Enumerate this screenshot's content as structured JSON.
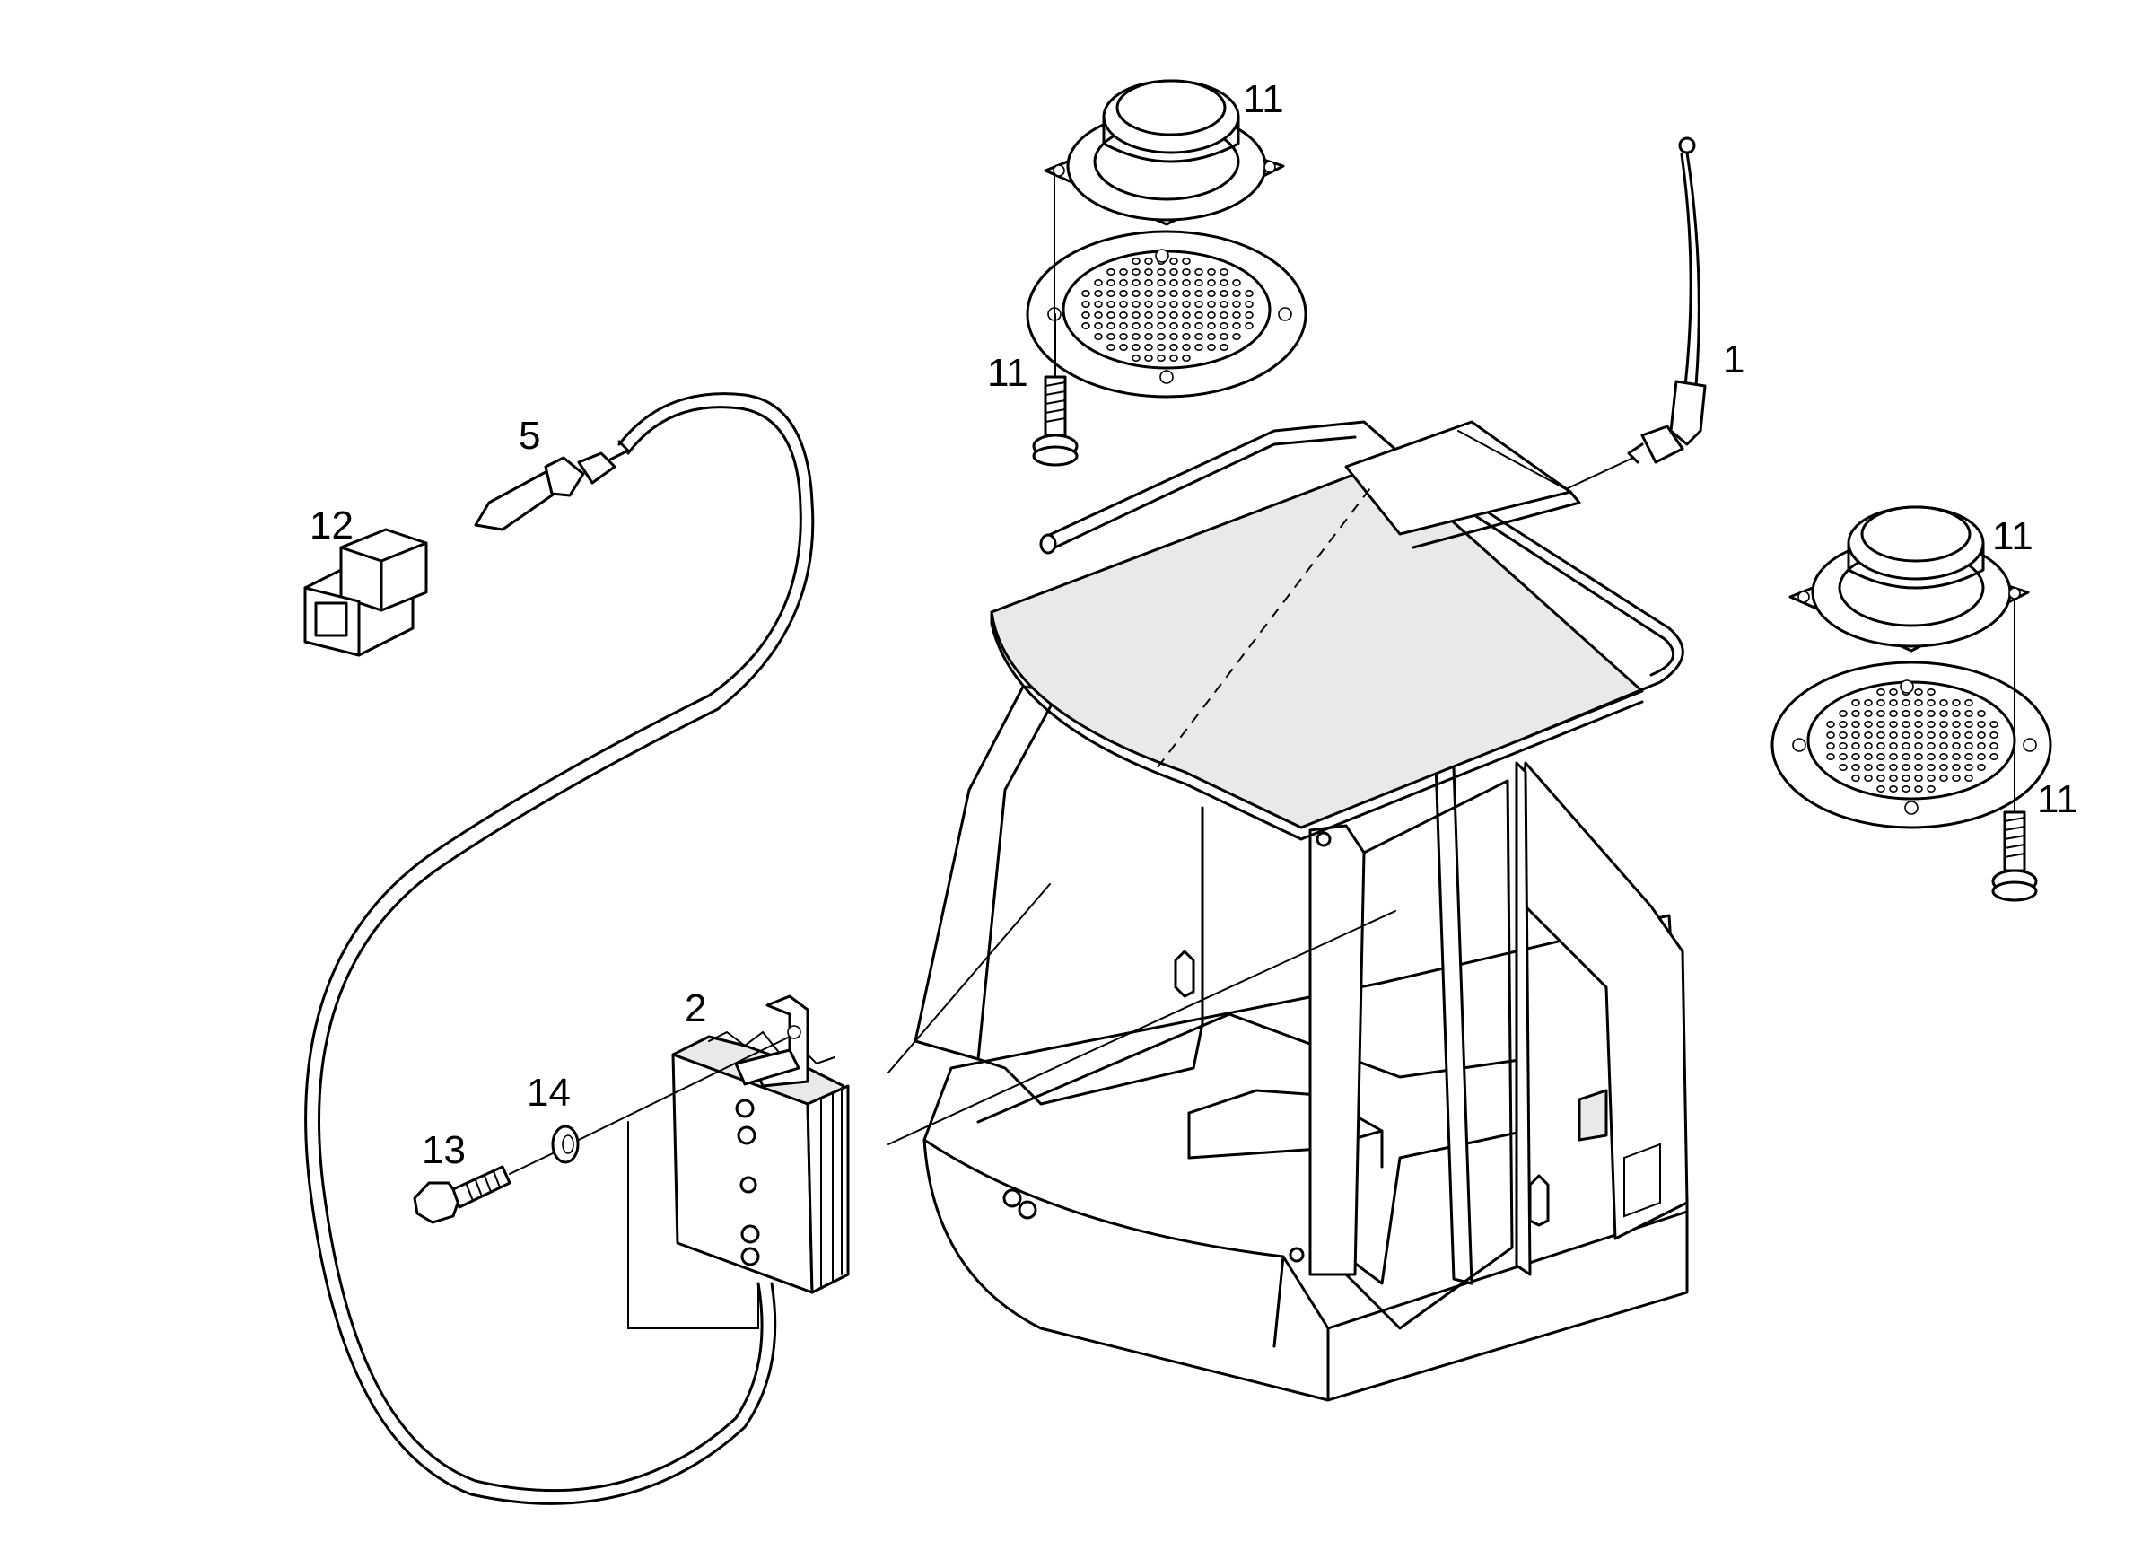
{
  "diagram": {
    "callouts": [
      {
        "id": "speaker-top",
        "text": "11"
      },
      {
        "id": "screw-top",
        "text": "11"
      },
      {
        "id": "antenna",
        "text": "1"
      },
      {
        "id": "plug",
        "text": "5"
      },
      {
        "id": "connector",
        "text": "12"
      },
      {
        "id": "speaker-right",
        "text": "11"
      },
      {
        "id": "screw-right",
        "text": "11"
      },
      {
        "id": "suppressor",
        "text": "2"
      },
      {
        "id": "washer",
        "text": "14"
      },
      {
        "id": "bolt",
        "text": "13"
      }
    ],
    "colors": {
      "line": "#000000",
      "background": "#ffffff",
      "shade": "#e9e9e9"
    }
  }
}
